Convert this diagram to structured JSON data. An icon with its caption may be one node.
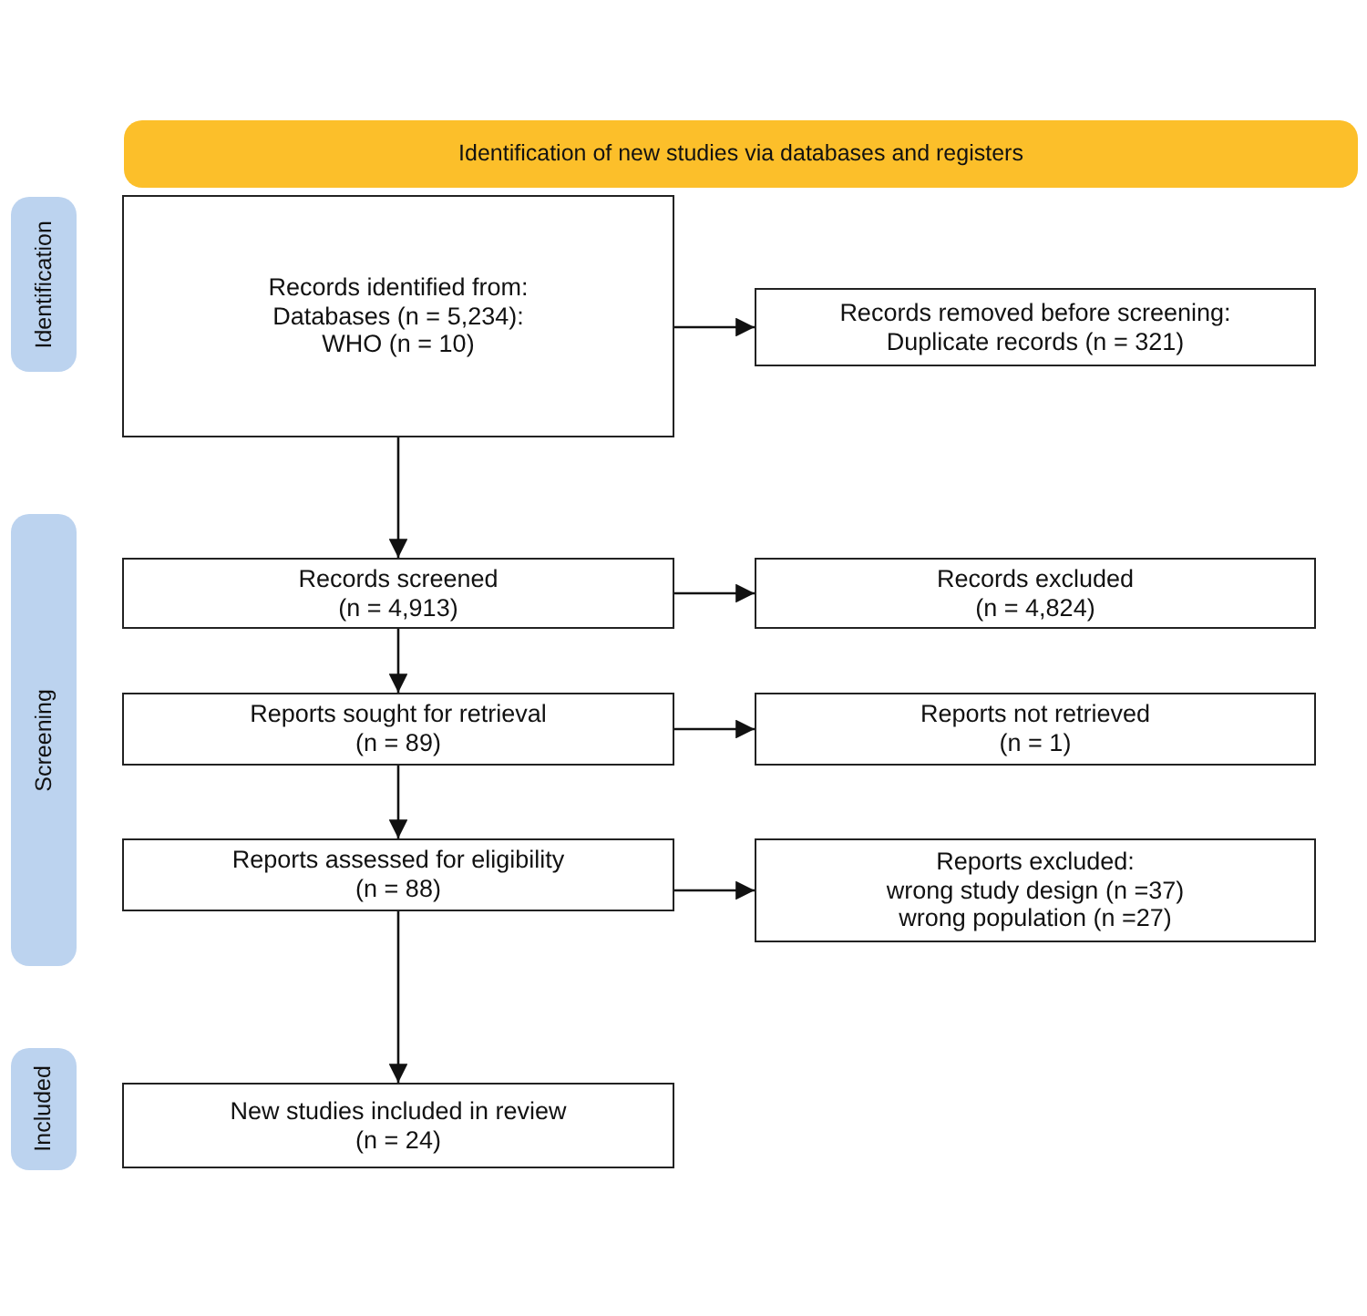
{
  "diagram": {
    "nodes": [
      {
        "text": [
          "Identification of new studies via databases and registers"
        ]
      },
      {
        "text": [
          "Identification"
        ]
      },
      {
        "text": [
          "Records identified from:",
          "Databases (n = 5,234):",
          "WHO (n = 10)"
        ]
      },
      {
        "text": [
          "Records removed before screening:",
          "Duplicate records (n = 321)"
        ]
      },
      {
        "text": [
          "Screening"
        ]
      },
      {
        "text": [
          "Records screened",
          "(n = 4,913)"
        ]
      },
      {
        "text": [
          "Records excluded",
          "(n = 4,824)"
        ]
      },
      {
        "text": [
          "Reports sought for retrieval",
          "(n = 89)"
        ]
      },
      {
        "text": [
          "Reports not retrieved",
          "(n = 1)"
        ]
      },
      {
        "text": [
          "Reports assessed for eligibility",
          "(n = 88)"
        ]
      },
      {
        "text": [
          "Reports excluded:",
          "wrong study design (n =37)",
          "wrong population (n =27)"
        ]
      },
      {
        "text": [
          "Included"
        ]
      },
      {
        "text": [
          "New studies included in review",
          "(n = 24)"
        ]
      }
    ],
    "edges": [
      {
        "from": 2,
        "to": 3,
        "arrow": "to"
      },
      {
        "from": 2,
        "to": 5,
        "arrow": "to"
      },
      {
        "from": 5,
        "to": 6,
        "arrow": "to"
      },
      {
        "from": 5,
        "to": 7,
        "arrow": "to"
      },
      {
        "from": 7,
        "to": 8,
        "arrow": "to"
      },
      {
        "from": 7,
        "to": 9,
        "arrow": "to"
      },
      {
        "from": 9,
        "to": 10,
        "arrow": "to"
      },
      {
        "from": 9,
        "to": 12,
        "arrow": "to"
      }
    ]
  }
}
